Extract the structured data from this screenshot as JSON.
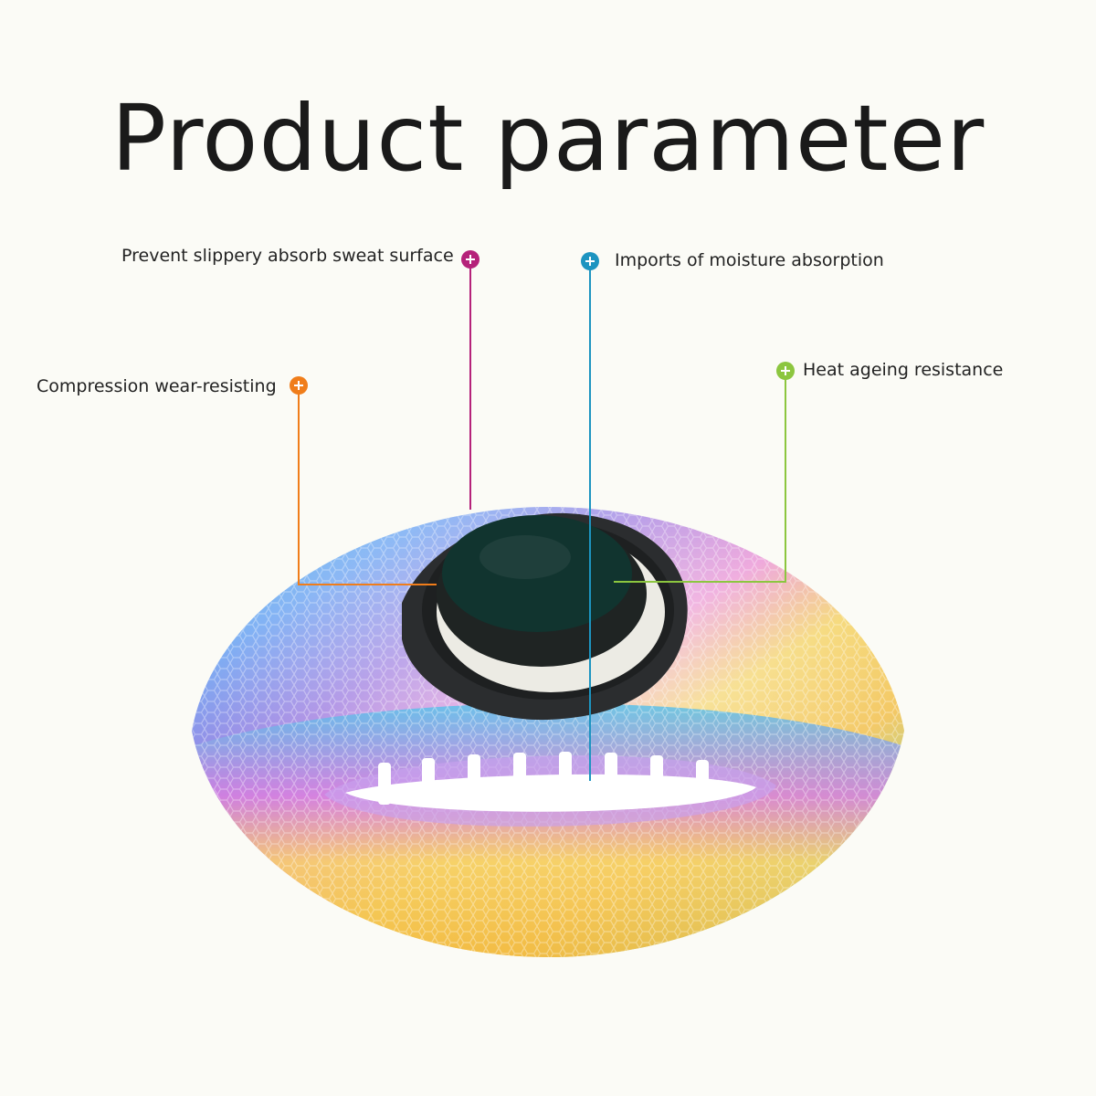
{
  "title": "Product parameter",
  "callouts": [
    {
      "id": "prevent",
      "text": "Prevent slippery absorb sweat surface",
      "color": "#b5227a"
    },
    {
      "id": "imports",
      "text": "Imports of moisture absorption",
      "color": "#1d94c0"
    },
    {
      "id": "compression",
      "text": "Compression wear-resisting",
      "color": "#f07d1a"
    },
    {
      "id": "heat",
      "text": "Heat ageing resistance",
      "color": "#8cc63f"
    }
  ],
  "icons": {
    "marker": "plus-circle-icon",
    "product": "holographic-american-football"
  }
}
